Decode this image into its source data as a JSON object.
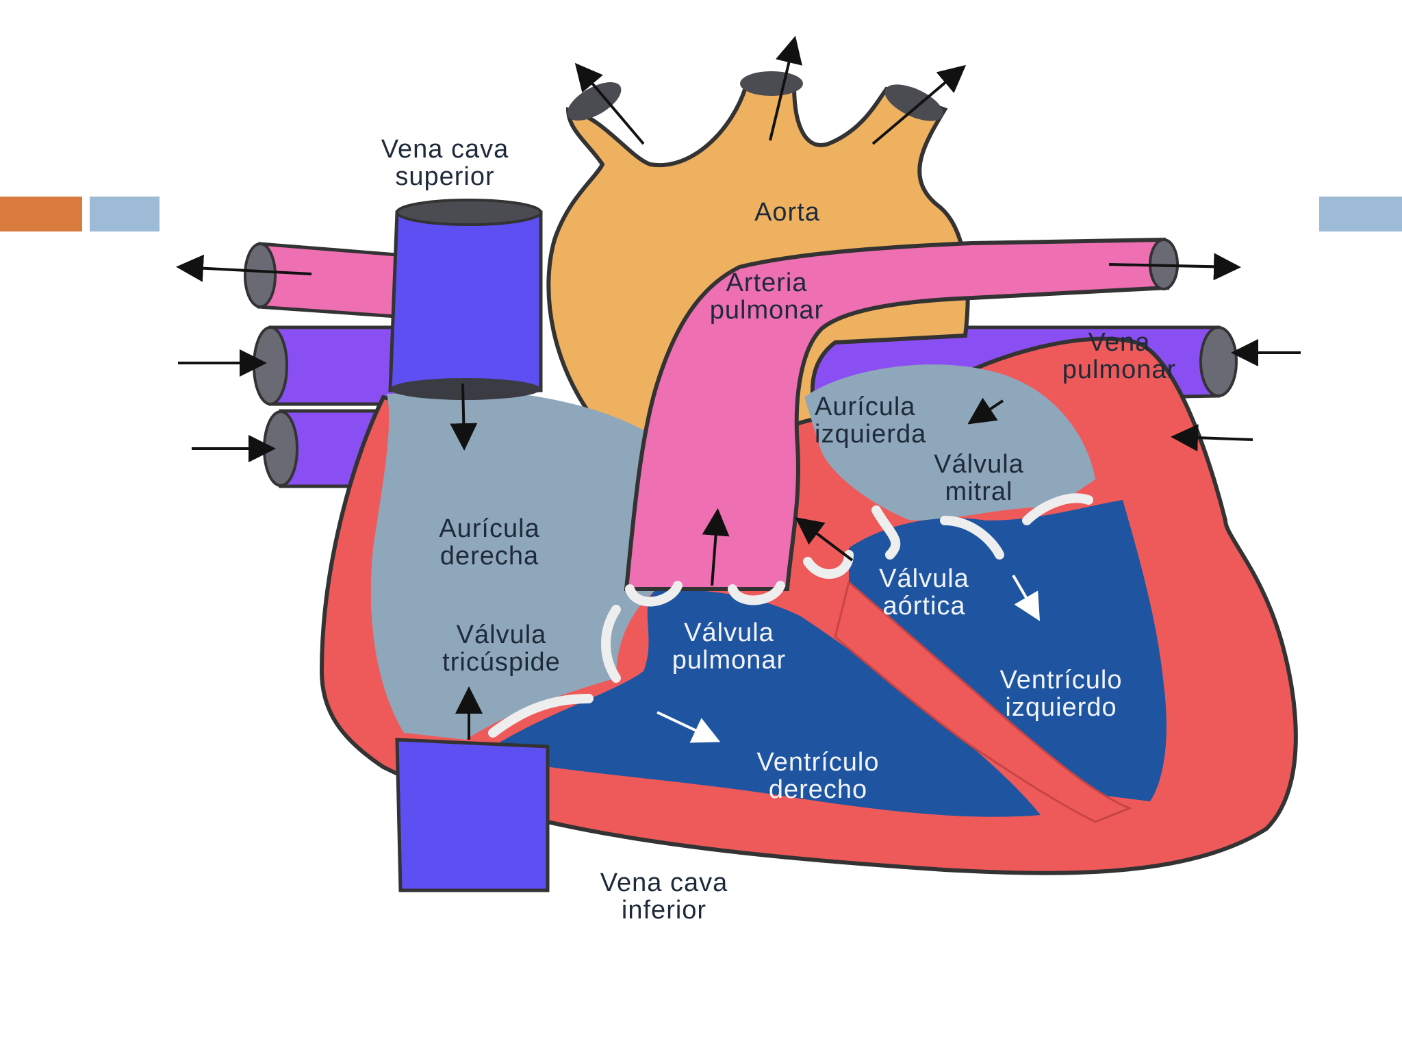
{
  "colors": {
    "accent_orange": "#D97A3F",
    "accent_blue": "#9DBBD6",
    "aorta": "#EEB160",
    "pulmonary_artery": "#EE6FB2",
    "vena_cava": "#5E4FF2",
    "pulmonary_vein": "#8A4FF2",
    "atrium": "#8FA7BB",
    "ventricle": "#1F55A0",
    "myocardium": "#EE5A5A",
    "valve": "#EEEEEE"
  },
  "labels": {
    "vena_cava_superior": {
      "line1": "Vena cava",
      "line2": "superior"
    },
    "aorta": "Aorta",
    "arteria_pulmonar": {
      "line1": "Arteria",
      "line2": "pulmonar"
    },
    "vena_pulmonar": {
      "line1": "Vena",
      "line2": "pulmonar"
    },
    "auricula_izquierda": {
      "line1": "Aurícula",
      "line2": "izquierda"
    },
    "valvula_mitral": {
      "line1": "Válvula",
      "line2": "mitral"
    },
    "auricula_derecha": {
      "line1": "Aurícula",
      "line2": "derecha"
    },
    "valvula_aortica": {
      "line1": "Válvula",
      "line2": "aórtica"
    },
    "valvula_pulmonar": {
      "line1": "Válvula",
      "line2": "pulmonar"
    },
    "valvula_tricuspide": {
      "line1": "Válvula",
      "line2": "tricúspide"
    },
    "ventriculo_izquierdo": {
      "line1": "Ventrículo",
      "line2": "izquierdo"
    },
    "ventriculo_derecho": {
      "line1": "Ventrículo",
      "line2": "derecho"
    },
    "vena_cava_inferior": {
      "line1": "Vena cava",
      "line2": "inferior"
    }
  }
}
